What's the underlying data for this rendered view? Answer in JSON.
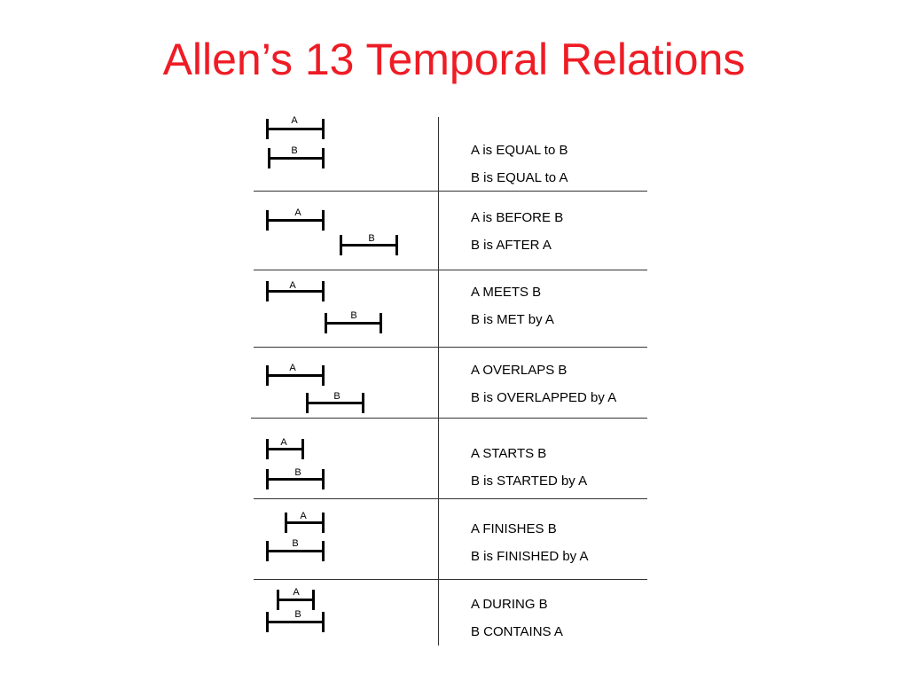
{
  "title": "Allen’s 13 Temporal Relations",
  "interval_labels": {
    "a": "A",
    "b": "B"
  },
  "relations": [
    {
      "line1": "A is EQUAL to B",
      "line2": "B is EQUAL to A"
    },
    {
      "line1": "A is BEFORE B",
      "line2": "B is AFTER A"
    },
    {
      "line1": "A MEETS B",
      "line2": "B is MET by A"
    },
    {
      "line1": "A OVERLAPS B",
      "line2": "B is OVERLAPPED by A"
    },
    {
      "line1": "A STARTS B",
      "line2": "B is STARTED by A"
    },
    {
      "line1": "A FINISHES B",
      "line2": "B is FINISHED by A"
    },
    {
      "line1": "A DURING B",
      "line2": "B CONTAINS A"
    }
  ],
  "colors": {
    "title": "#ee1c25",
    "lines": "#333333",
    "bars": "#000000"
  }
}
